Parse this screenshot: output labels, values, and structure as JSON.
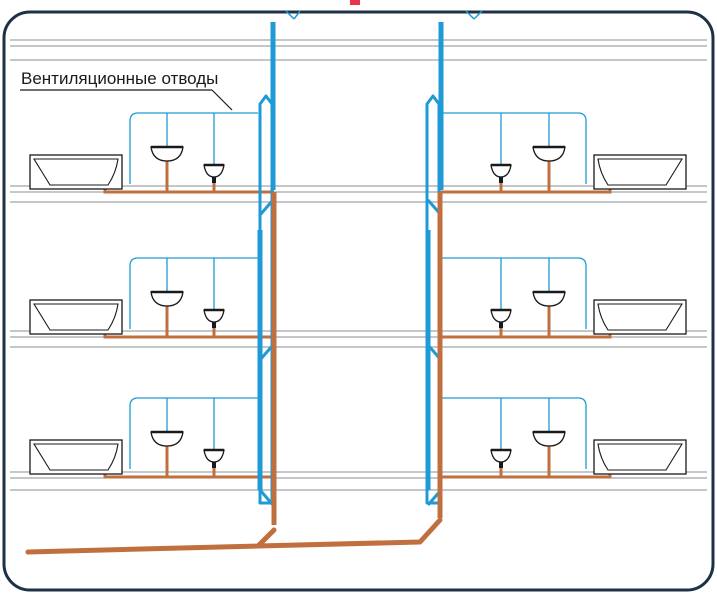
{
  "labels": {
    "vent_branches": "Вентиляционные отводы"
  },
  "colors": {
    "frame": "#1f3147",
    "vent_pipe": "#1e9ad6",
    "drain_pipe": "#c0703f",
    "floor_lines": "#8a8f96",
    "accent_marks": "#e8334a"
  },
  "diagram": {
    "floors": 3,
    "risers": 2,
    "fixtures_per_apartment": [
      "bathtub",
      "washbasin",
      "toilet"
    ]
  }
}
